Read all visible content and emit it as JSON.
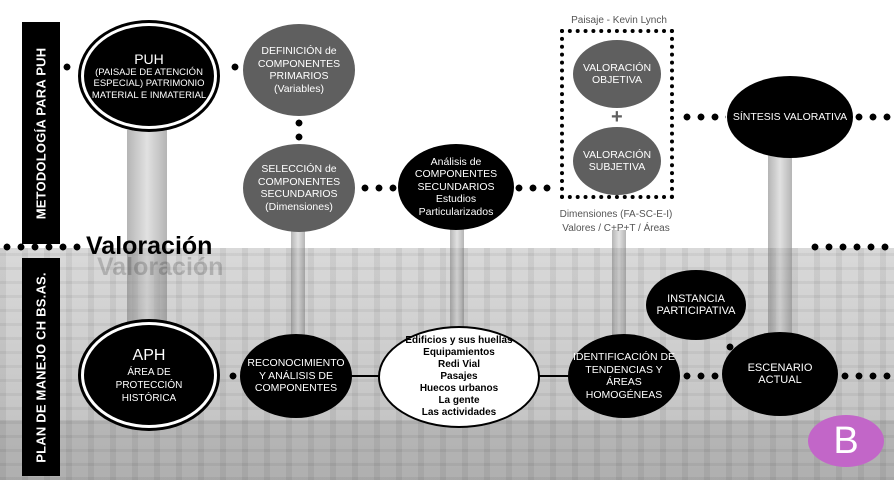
{
  "sidebar": {
    "top_label": "METODOLOGÍA PARA PUH",
    "bottom_label": "PLAN DE MANEJO CH BS.AS."
  },
  "section_title": "Valoración",
  "section_title_shadow": "Valoración",
  "nodes": {
    "puh": {
      "title": "PUH",
      "text": "(PAISAJE DE ATENCIÓN ESPECIAL) PATRIMONIO MATERIAL E INMATERIAL"
    },
    "definicion": {
      "text": "DEFINICIÓN de COMPONENTES PRIMARIOS (Variables)"
    },
    "seleccion": {
      "text": "SELECCIÓN de COMPONENTES SECUNDARIOS (Dimensiones)"
    },
    "analisis": {
      "text": "Análisis de COMPONENTES SECUNDARIOS Estudios Particularizados"
    },
    "val_objetiva": {
      "text": "VALORACIÓN OBJETIVA"
    },
    "val_subjetiva": {
      "text": "VALORACIÓN SUBJETIVA"
    },
    "sintesis": {
      "text": "SÍNTESIS VALORATIVA"
    },
    "aph": {
      "title": "APH",
      "text": "ÁREA DE PROTECCIÓN HISTÓRICA"
    },
    "reconocimiento": {
      "text": "RECONOCIMIENTO Y ANÁLISIS DE COMPONENTES"
    },
    "identificacion": {
      "text": "IDENTIFICACIÓN DE TENDENCIAS Y ÁREAS HOMOGÉNEAS"
    },
    "instancia": {
      "text": "INSTANCIA PARTICIPATIVA"
    },
    "escenario": {
      "text": "ESCENARIO ACTUAL"
    }
  },
  "components_list": [
    "Edificios y sus huellas",
    "Equipamientos",
    "Redi Vial",
    "Pasajes",
    "Huecos urbanos",
    "La gente",
    "Las actividades"
  ],
  "plus_sign": "+",
  "box_label_top": "Paisaje - Kevin Lynch",
  "box_label_bottom_1": "Dimensiones (FA-SC-E-I)",
  "box_label_bottom_2": "Valores / C+P+T / Áreas",
  "badge": "B",
  "colors": {
    "badge": "#c266c8",
    "dark_node": "#000000",
    "gray_node": "#5f5f5f"
  }
}
